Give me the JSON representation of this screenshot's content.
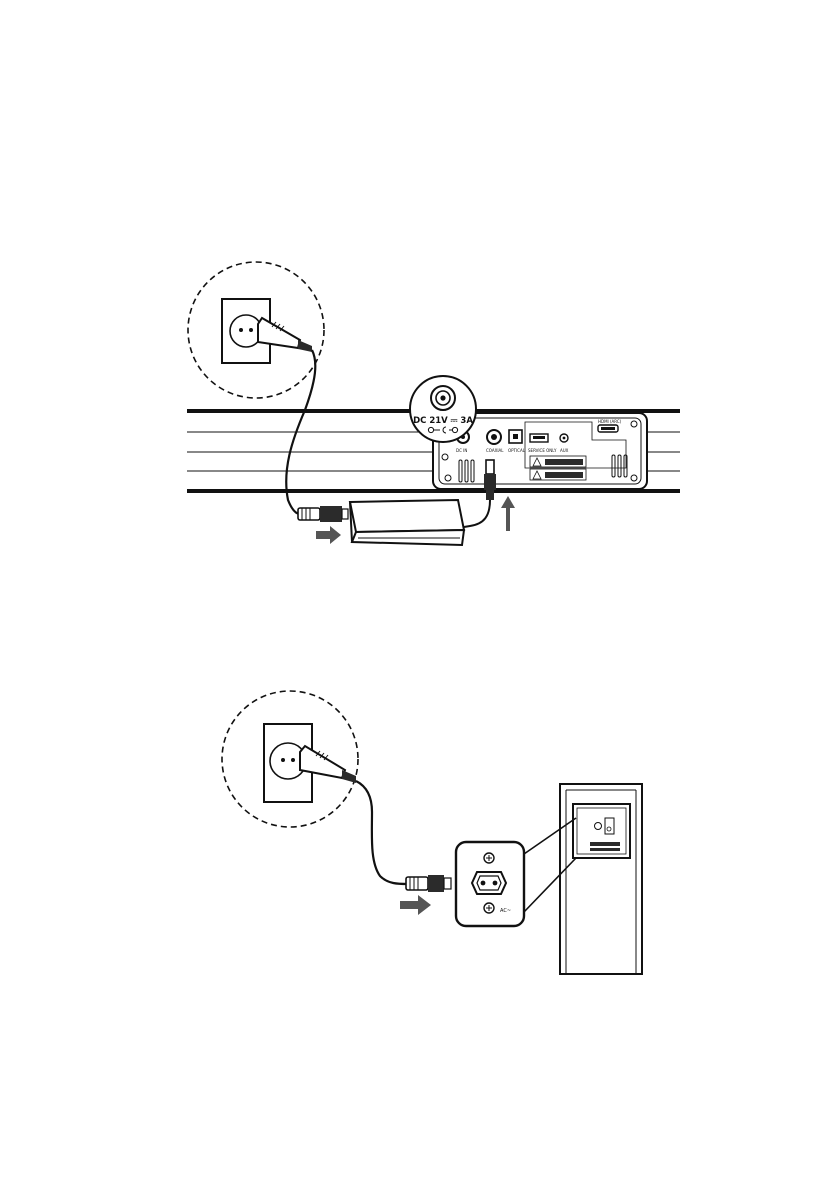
{
  "figure_top": {
    "dc_rating": "DC 21V ⎓ 3A",
    "port_labels": {
      "dc_in": "DC IN",
      "coaxial": "COAXIAL",
      "optical": "OPTICAL",
      "usb": "SERVICE ONLY",
      "aux": "AUX",
      "hdmi": "HDMI (ARC)"
    },
    "icons": [
      "wall-socket-icon",
      "power-plug-icon",
      "power-adapter-icon",
      "dc-connector-icon",
      "arrow-icon"
    ]
  },
  "figure_bottom": {
    "ac_label": "AC~",
    "icons": [
      "wall-socket-icon",
      "power-plug-icon",
      "ac-inlet-icon",
      "arrow-icon"
    ]
  },
  "colors": {
    "line": "#111111",
    "arrow": "#555555",
    "fill_dark": "#2b2b2b"
  }
}
